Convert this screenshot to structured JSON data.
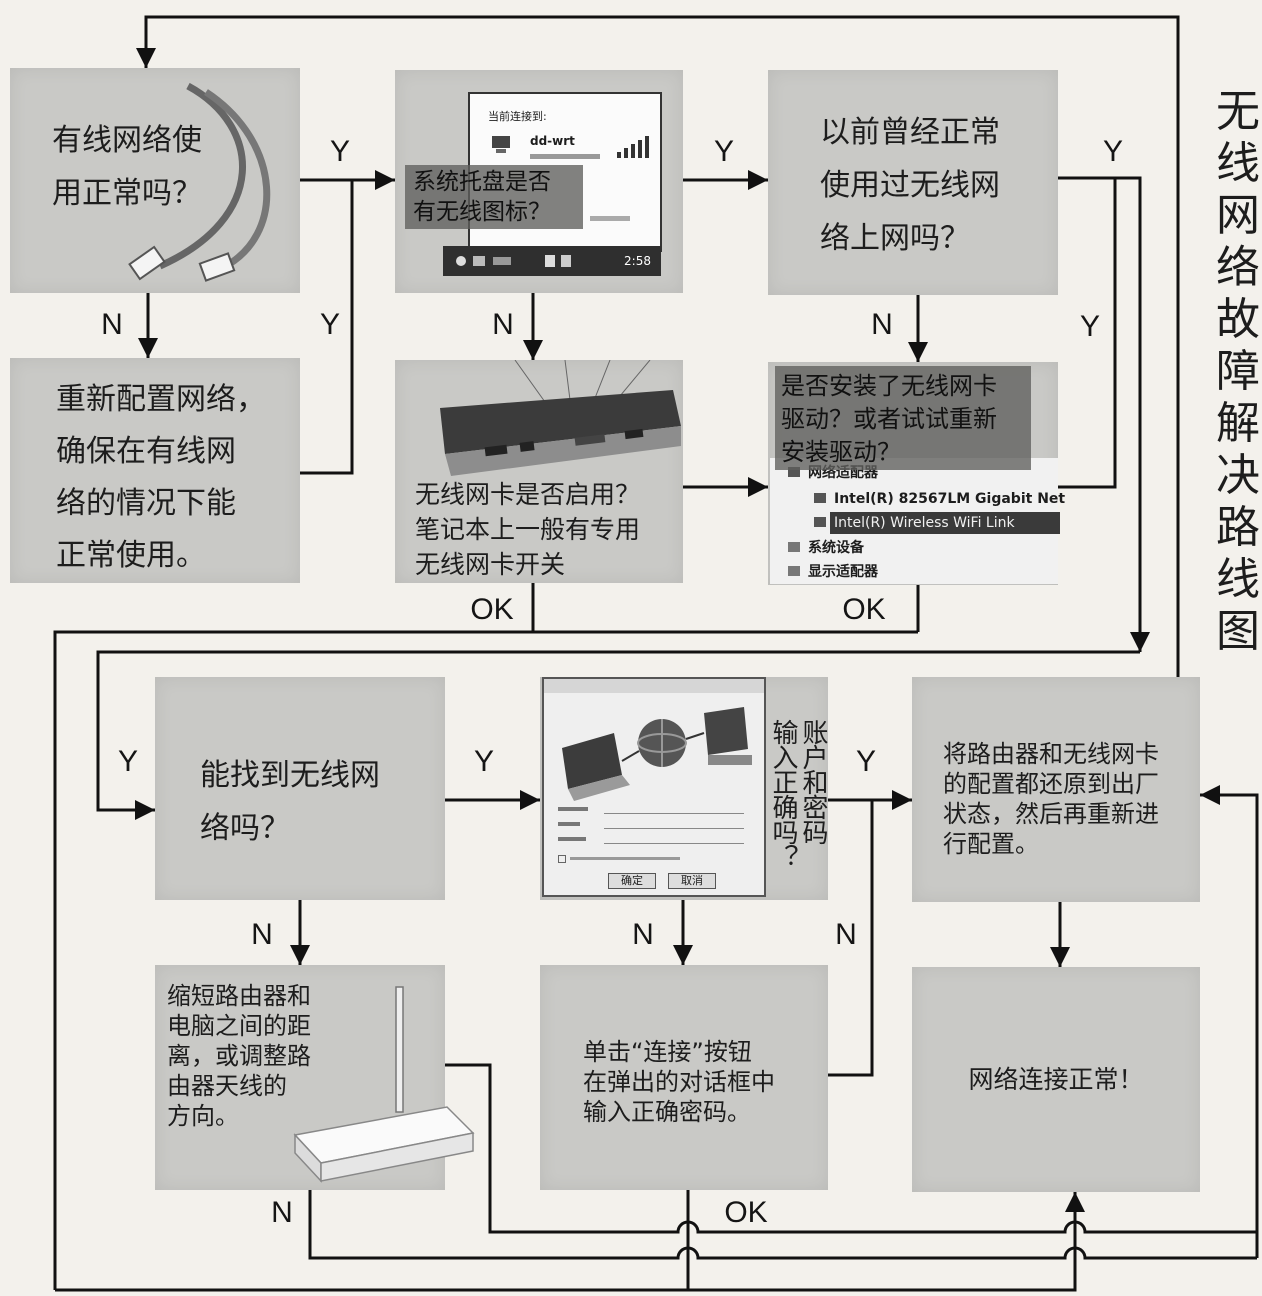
{
  "title": "无线网络故障解决路线图",
  "nodes": {
    "wired_ok": {
      "lines": [
        "有线网络使",
        "用正常吗？"
      ]
    },
    "tray_icon": {
      "lines": [
        "系统托盘是否",
        "有无线图标？"
      ],
      "popup_heading": "当前连接到:",
      "network_name": "dd-wrt",
      "clock": "2:58"
    },
    "used_before": {
      "lines": [
        "以前曾经正常",
        "使用过无线网",
        "络上网吗？"
      ]
    },
    "reconfigure_wired": {
      "lines": [
        "重新配置网络，",
        "确保在有线网",
        "络的情况下能",
        "正常使用。"
      ]
    },
    "card_enabled": {
      "lines": [
        "无线网卡是否启用？",
        "笔记本上一般有专用",
        "无线网卡开关"
      ]
    },
    "driver_installed": {
      "lines": [
        "是否安装了无线网卡",
        "驱动？或者试试重新",
        "安装驱动？"
      ],
      "device_list": [
        "网络适配器",
        "Intel(R) 82567LM Gigabit Net",
        "Intel(R) Wireless WiFi Link",
        "系统设备",
        "显示适配器"
      ]
    },
    "network_found": {
      "lines": [
        "能找到无线网",
        "络吗？"
      ]
    },
    "credentials_ok": {
      "columns": [
        "账户和密码",
        "输入正确吗？"
      ],
      "ok_button": "确定",
      "cancel_button": "取消"
    },
    "reset_config": {
      "lines": [
        "将路由器和无线网卡",
        "的配置都还原到出厂",
        "状态，然后再重新进",
        "行配置。"
      ]
    },
    "shorten_distance": {
      "lines": [
        "缩短路由器和",
        "电脑之间的距",
        "离，或调整路",
        "由器天线的",
        "方向。"
      ]
    },
    "connect_button": {
      "lines": [
        "单击“连接”按钮",
        "在弹出的对话框中",
        "输入正确密码。"
      ]
    },
    "network_ok": {
      "lines": [
        "网络连接正常！"
      ]
    }
  },
  "edges": {
    "wired_to_tray": "Y",
    "tray_to_used_before": "Y",
    "used_before_yes": "Y",
    "wired_no": "N",
    "reconfigured_yes": "Y",
    "tray_no": "N",
    "used_before_no": "N",
    "driver_yes": "Y",
    "card_ok": "OK",
    "driver_ok": "OK",
    "to_found_yes": "Y",
    "found_yes": "Y",
    "credentials_yes": "Y",
    "found_no": "N",
    "credentials_no": "N",
    "connect_no": "N",
    "shorten_no": "N",
    "connect_ok": "OK"
  },
  "colors": {
    "box": "#c9c9c6",
    "paper": "#f3f1ec",
    "line": "#111111"
  }
}
